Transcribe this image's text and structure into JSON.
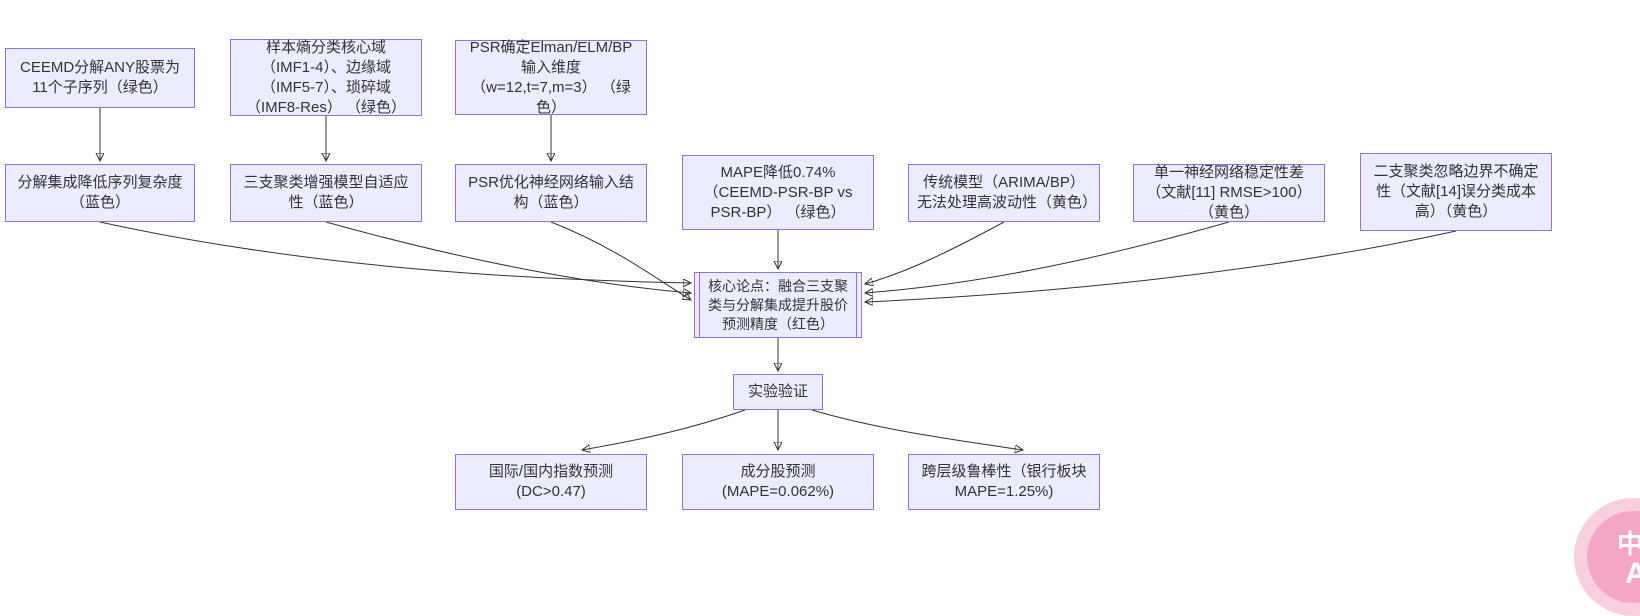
{
  "diagram": {
    "nodes": {
      "ceemd": {
        "label": "CEEMD分解ANY股票为11个子序列（绿色）"
      },
      "sample_entropy": {
        "label": "样本熵分类核心域（IMF1-4）、边缘域（IMF5-7）、琐碎域（IMF8-Res） （绿色）"
      },
      "psr_dims": {
        "label": "PSR确定Elman/ELM/BP输入维度（w=12,t=7,m=3） （绿色）"
      },
      "decompose": {
        "label": "分解集成降低序列复杂度（蓝色）"
      },
      "three_way": {
        "label": "三支聚类增强模型自适应性（蓝色）"
      },
      "psr_opt": {
        "label": "PSR优化神经网络输入结构（蓝色）"
      },
      "mape_drop": {
        "label": "MAPE降低0.74%（CEEMD-PSR-BP vs PSR-BP） （绿色）"
      },
      "traditional": {
        "label": "传统模型（ARIMA/BP）无法处理高波动性（黄色）"
      },
      "single_nn": {
        "label": "单一神经网络稳定性差（文献[11] RMSE>100） （黄色）"
      },
      "two_way": {
        "label": "二支聚类忽略边界不确定性（文献[14]误分类成本高）（黄色）"
      },
      "core": {
        "label": "核心论点：融合三支聚类与分解集成提升股价预测精度（红色）"
      },
      "experiment": {
        "label": "实验验证"
      },
      "index_pred": {
        "label": "国际/国内指数预测 (DC>0.47)"
      },
      "component_pred": {
        "label": "成分股预测 (MAPE=0.062%)"
      },
      "robustness": {
        "label": "跨层级鲁棒性（银行板块MAPE=1.25%)"
      }
    }
  },
  "watermark": {
    "top_glyph": "中",
    "bottom_glyph": "A"
  },
  "colors": {
    "node_fill": "#ECECFF",
    "node_border": "#9370DB",
    "edge": "#333333",
    "badge_outer": "#F9CFE0",
    "badge_inner": "#F5A6C6",
    "badge_glyph": "#FFFFFF"
  }
}
